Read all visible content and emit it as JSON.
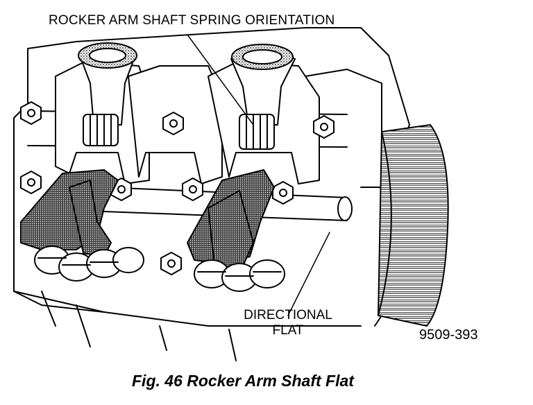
{
  "labels": {
    "top_callout": "ROCKER ARM SHAFT SPRING ORIENTATION",
    "directional_line1": "DIRECTIONAL",
    "directional_line2": "FLAT",
    "figure_code": "9509-393"
  },
  "caption": "Fig. 46 Rocker Arm Shaft Flat",
  "colors": {
    "ink": "#000000",
    "paper": "#ffffff"
  }
}
